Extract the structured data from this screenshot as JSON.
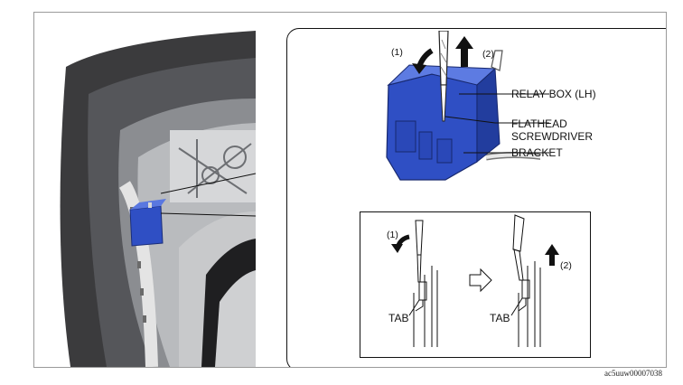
{
  "labels": {
    "relay_box": "RELAY BOX (LH)",
    "flathead_line1": "FLATHEAD",
    "flathead_line2": "SCREWDRIVER",
    "bracket": "BRACKET"
  },
  "steps": {
    "step1": "(1)",
    "step2": "(2)",
    "inset_step1": "(1)",
    "inset_step2": "(2)"
  },
  "inset": {
    "tab_left": "TAB",
    "tab_right": "TAB"
  },
  "reference_code": "ac5uuw00007038",
  "colors": {
    "relay_box_blue": "#2f4fc4",
    "fender_gray": "#3a3a3a",
    "outline": "#111111"
  }
}
